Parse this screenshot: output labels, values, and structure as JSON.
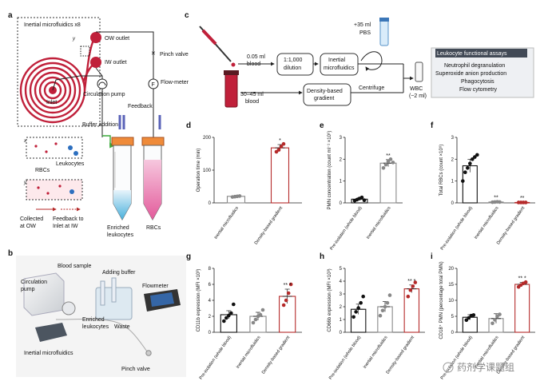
{
  "panels": {
    "a": {
      "letter": "a",
      "device_title": "Inertial microfluidics x8",
      "ow_outlet": "OW outlet",
      "iw_outlet": "IW outlet",
      "inlet": "Inlet",
      "y_axis": "y",
      "pinch_valve": "Pinch valve",
      "circulation_pump": "Circulation pump",
      "feedback": "Feedback",
      "flow_meter_symbol": "F",
      "flow_meter": "Flow-meter",
      "buffer_addition": "Buffer addition",
      "rbcs_top": "RBCs",
      "leukocytes": "Leukocytes",
      "x_axis": "x",
      "y_axis2": "y",
      "collected_at_ow": "Collected at OW",
      "feedback_inlet": "Feedback to Inlet at IW",
      "enriched_leukocytes": "Enriched leukocytes",
      "rbcs_bottom": "RBCs"
    },
    "b": {
      "letter": "b",
      "blood_sample": "Blood sample",
      "adding_buffer": "Adding buffer",
      "circulation_pump": "Circulation pump",
      "flowmeter": "Flowmeter",
      "enriched_leukocytes": "Enriched leukocytes",
      "waste": "Waste",
      "inertial_microfluidics": "Inertial microfluidics",
      "pinch_valve": "Pinch valve"
    },
    "c": {
      "letter": "c",
      "blood_small": "0.05 ml blood",
      "dilution": "1:1,000 dilution",
      "inertial_box": "Inertial microfluidics",
      "pbs": "+35 ml PBS",
      "blood_large": "30–45 ml blood",
      "density_box": "Density-based gradient",
      "centrifuge": "Centrifuge",
      "wbc": "WBC (~2 ml)",
      "assays_title": "Leukocyte functional assays",
      "assays": [
        "Neutrophil degranulation",
        "Superoxide anion production",
        "Phagocytosis",
        "Flow cytometry"
      ]
    }
  },
  "chart_data": [
    {
      "panel": "d",
      "type": "bar",
      "categories": [
        "Inertial microfluidics",
        "Density-based gradient"
      ],
      "values": [
        20,
        168
      ],
      "errors": [
        2,
        10
      ],
      "points": [
        [
          18,
          19,
          20,
          21
        ],
        [
          156,
          162,
          172,
          180
        ]
      ],
      "ylabel": "Operation time (min)",
      "yticks": [
        "0",
        "100",
        "200"
      ],
      "ylim": [
        0,
        200
      ],
      "significance": [
        "",
        "*"
      ],
      "colors": [
        "#888888",
        "#b52a2a"
      ]
    },
    {
      "panel": "e",
      "type": "bar",
      "categories": [
        "Pre-isolation (whole blood)",
        "Inertial microfluidics"
      ],
      "values": [
        0.17,
        1.82
      ],
      "errors": [
        0.06,
        0.16
      ],
      "points": [
        [
          0.1,
          0.15,
          0.2,
          0.25,
          0.12
        ],
        [
          1.6,
          1.75,
          1.9,
          2.0,
          1.85
        ]
      ],
      "ylabel": "PMN concentration (count ml⁻¹ ×10⁶)",
      "yticks": [
        "0",
        "1",
        "2",
        "3"
      ],
      "ylim": [
        0,
        3
      ],
      "significance": [
        "",
        "**"
      ],
      "colors": [
        "#111111",
        "#888888"
      ]
    },
    {
      "panel": "f",
      "type": "bar",
      "categories": [
        "Pre-isolation (whole blood)",
        "Inertial microfluidics",
        "Density-based gradient"
      ],
      "values": [
        1.7,
        0.04,
        0.02
      ],
      "errors": [
        0.3,
        0.02,
        0.01
      ],
      "points": [
        [
          1.0,
          1.4,
          1.6,
          1.8,
          2.0,
          2.1,
          2.2
        ],
        [
          0.03,
          0.04,
          0.05,
          0.04
        ],
        [
          0.02,
          0.02,
          0.02,
          0.02
        ]
      ],
      "ylabel": "Total RBCs (count ×10⁹)",
      "yticks": [
        "0",
        "1",
        "2",
        "3"
      ],
      "ylim": [
        0,
        3
      ],
      "significance": [
        "",
        "**",
        "**"
      ],
      "colors": [
        "#111111",
        "#888888",
        "#b52a2a"
      ]
    },
    {
      "panel": "g",
      "type": "bar",
      "categories": [
        "Pre-isolation (whole blood)",
        "Inertial microfluidics",
        "Density-based gradient"
      ],
      "values": [
        2.2,
        2.0,
        4.5
      ],
      "errors": [
        0.5,
        0.5,
        0.9
      ],
      "points": [
        [
          1.4,
          1.8,
          2.1,
          2.4,
          3.5
        ],
        [
          1.2,
          1.6,
          2.0,
          2.2,
          2.8
        ],
        [
          3.4,
          4.0,
          4.9,
          6.0
        ]
      ],
      "ylabel": "CD11b expression (MFI ×10³)",
      "yticks": [
        "0",
        "2",
        "4",
        "6",
        "8"
      ],
      "ylim": [
        0,
        8
      ],
      "significance": [
        "",
        "",
        "** *"
      ],
      "colors": [
        "#111111",
        "#888888",
        "#b52a2a"
      ]
    },
    {
      "panel": "h",
      "type": "bar",
      "categories": [
        "Pre-isolation (whole blood)",
        "Inertial microfluidics",
        "Density-based gradient"
      ],
      "values": [
        1.8,
        2.0,
        3.4
      ],
      "errors": [
        0.4,
        0.4,
        0.3
      ],
      "points": [
        [
          1.2,
          1.6,
          1.9,
          2.3,
          2.8
        ],
        [
          1.3,
          1.7,
          2.0,
          2.3,
          2.9
        ],
        [
          2.8,
          3.3,
          3.6,
          3.9
        ]
      ],
      "ylabel": "CD66b expression (MFI ×10³)",
      "yticks": [
        "0",
        "1",
        "2",
        "3",
        "4",
        "5"
      ],
      "ylim": [
        0,
        5
      ],
      "significance": [
        "",
        "",
        "** *"
      ],
      "colors": [
        "#111111",
        "#888888",
        "#b52a2a"
      ]
    },
    {
      "panel": "i",
      "type": "bar",
      "categories": [
        "Pre-isolation (whole blood)",
        "Inertial microfluidics",
        "Density-based gradient"
      ],
      "values": [
        4.7,
        4.3,
        15.0
      ],
      "errors": [
        0.8,
        1.5,
        0.6
      ],
      "points": [
        [
          3.8,
          4.5,
          5.2,
          5.4
        ],
        [
          2.8,
          3.9,
          5.0,
          5.6
        ],
        [
          14.2,
          14.8,
          15.3,
          15.7
        ]
      ],
      "ylabel": "CD18⁺ PMN (percentage total PMN)",
      "yticks": [
        "0",
        "5",
        "10",
        "15",
        "20"
      ],
      "ylim": [
        0,
        20
      ],
      "significance": [
        "",
        "",
        "** *"
      ],
      "colors": [
        "#111111",
        "#888888",
        "#b52a2a"
      ]
    }
  ],
  "watermark": "药剂学课题组"
}
